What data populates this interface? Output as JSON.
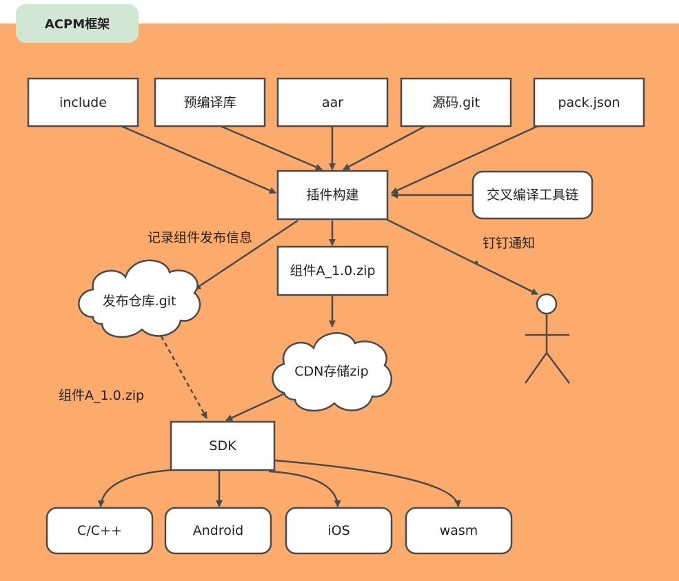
{
  "title": "ACPM框架",
  "colors": {
    "background": "#fdab6c",
    "tab": "#d2e7d2",
    "node_fill": "#ffffff",
    "stroke": "#4a4a4a"
  },
  "sources": {
    "include": "include",
    "prebuilt": "预编译库",
    "aar": "aar",
    "source_git": "源码.git",
    "pack_json": "pack.json"
  },
  "plugin_build": "插件构建",
  "toolchain": "交叉编译工具链",
  "record_label": "记录组件发布信息",
  "component_zip": "组件A_1.0.zip",
  "notify_label": "钉钉通知",
  "publish_repo": "发布仓库.git",
  "cdn": "CDN存储zip",
  "dashed_label": "组件A_1.0.zip",
  "sdk": "SDK",
  "targets": {
    "cpp": "C/C++",
    "android": "Android",
    "ios": "iOS",
    "wasm": "wasm"
  }
}
